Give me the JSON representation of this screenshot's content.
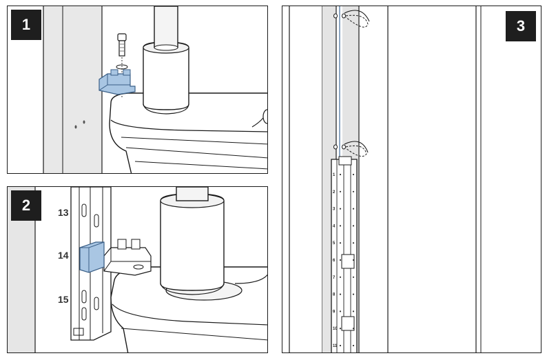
{
  "steps": [
    {
      "number": "1"
    },
    {
      "number": "2",
      "rail_labels": [
        "13",
        "14",
        "15"
      ]
    },
    {
      "number": "3",
      "rail_ticks": [
        "1",
        "2",
        "3",
        "4",
        "5",
        "6",
        "7",
        "8",
        "9",
        "10",
        "11"
      ]
    }
  ],
  "colors": {
    "bracket": "#a9c6e3",
    "bracket_outline": "#3a5f87",
    "line": "#1a1a1a",
    "wall_shade": "#e6e6e6",
    "badge": "#1e1e1e"
  }
}
